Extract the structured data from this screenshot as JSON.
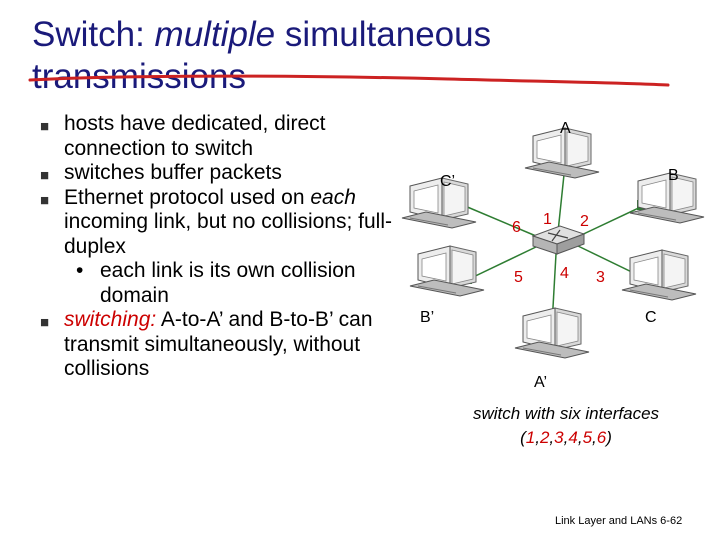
{
  "title": {
    "part1": "Switch: ",
    "part2": "multiple",
    "part3": " simultaneous transmissions"
  },
  "bullets": {
    "b1": "hosts have dedicated, direct connection to switch",
    "b2": "switches buffer packets",
    "b3_a": "Ethernet protocol used on ",
    "b3_b": "each",
    "b3_c": " incoming link, but no collisions; full-duplex",
    "sub1": "each link is its own collision domain",
    "b4_a": "switching:",
    "b4_b": " A-to-A’ and B-to-B’ can transmit simultaneously, without collisions"
  },
  "diagram": {
    "host_labels": {
      "A": "A",
      "B": "B",
      "C": "C",
      "A_prime": "A’",
      "B_prime": "B’",
      "C_prime": "C’"
    },
    "ports": {
      "p1": "1",
      "p2": "2",
      "p3": "3",
      "p4": "4",
      "p5": "5",
      "p6": "6"
    }
  },
  "caption": {
    "line1": "switch with six interfaces",
    "open": "(",
    "n1": "1",
    "n2": "2",
    "n3": "3",
    "n4": "4",
    "n5": "5",
    "n6": "6",
    "close": ")",
    "sep": ","
  },
  "footer": "Link Layer and LANs  6-62",
  "colors": {
    "title": "#1a1a7a",
    "accent_red": "#cc0000",
    "underline": "#cc2222",
    "link_green": "#2e7d32"
  }
}
